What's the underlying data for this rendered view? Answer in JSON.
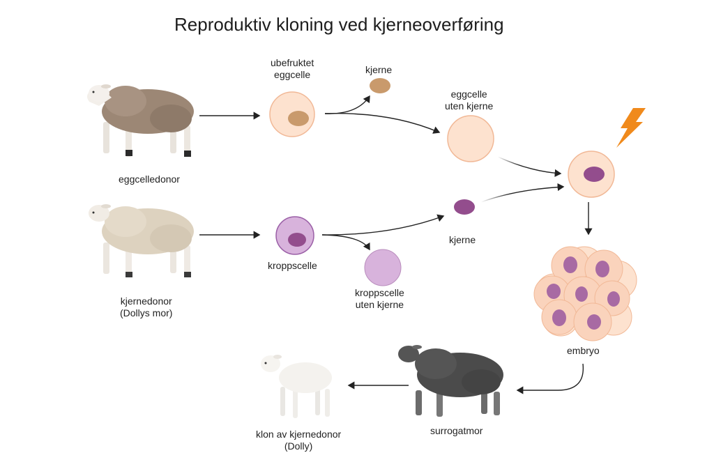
{
  "title": "Reproduktiv kloning ved kjerneoverføring",
  "labels": {
    "egg_donor": "eggcelledonor",
    "nucleus_donor_1": "kjernedonor",
    "nucleus_donor_2": "(Dollys mor)",
    "unfertilized_egg_1": "ubefruktet",
    "unfertilized_egg_2": "eggcelle",
    "egg_nucleus": "kjerne",
    "enucleated_egg_1": "eggcelle",
    "enucleated_egg_2": "uten kjerne",
    "body_cell": "kroppscelle",
    "enucleated_body_cell_1": "kroppscelle",
    "enucleated_body_cell_2": "uten kjerne",
    "body_nucleus": "kjerne",
    "embryo": "embryo",
    "surrogate": "surrogatmor",
    "clone_1": "klon av kjernedonor",
    "clone_2": "(Dolly)"
  },
  "colors": {
    "egg_cell_fill": "#fde2cf",
    "egg_cell_stroke": "#f1b896",
    "egg_nucleus": "#c99a6c",
    "body_cell_fill": "#d8b3dc",
    "body_cell_stroke": "#9a5fa6",
    "body_nucleus": "#934d8d",
    "lightning": "#f08a1c",
    "arrow": "#222222"
  },
  "icons": [
    "egg-donor-sheep-icon",
    "nucleus-donor-sheep-icon",
    "surrogate-sheep-icon",
    "clone-lamb-icon",
    "electric-shock-lightning-icon"
  ]
}
